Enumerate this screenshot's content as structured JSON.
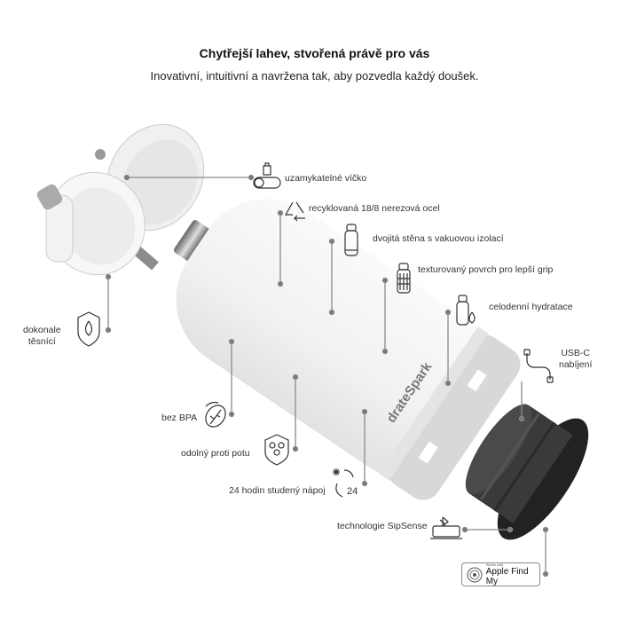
{
  "header": {
    "title": "Chytřejší lahev, stvořená právě pro vás",
    "subtitle": "Inovativní, intuitivní a navržena tak, aby pozvedla každý doušek."
  },
  "product": {
    "brand_text": "drateSpark"
  },
  "features": {
    "lock_lid": "uzamykatelné víčko",
    "recycled_steel": "recyklovaná 18/8 nerezová ocel",
    "double_wall": "dvojitá stěna s vakuovou izolací",
    "textured": "texturovaný  povrch pro lepší grip",
    "hydration": "celodenní hydratace",
    "usbc_line1": "USB-C",
    "usbc_line2": "nabíjení",
    "seal_line1": "dokonale",
    "seal_line2": "těsnící",
    "bpa": "bez BPA",
    "sweat": "odolný proti potu",
    "cold": "24 hodin studený nápoj",
    "cold_icon_number": "24",
    "sipsense": "technologie SipSense"
  },
  "badge": {
    "small": "Works with",
    "big": "Apple Find My"
  },
  "colors": {
    "line": "#8a8a8a",
    "cap": "#2e2e2e",
    "bottle": "#f2f2f2",
    "band": "#d9d9d9"
  }
}
